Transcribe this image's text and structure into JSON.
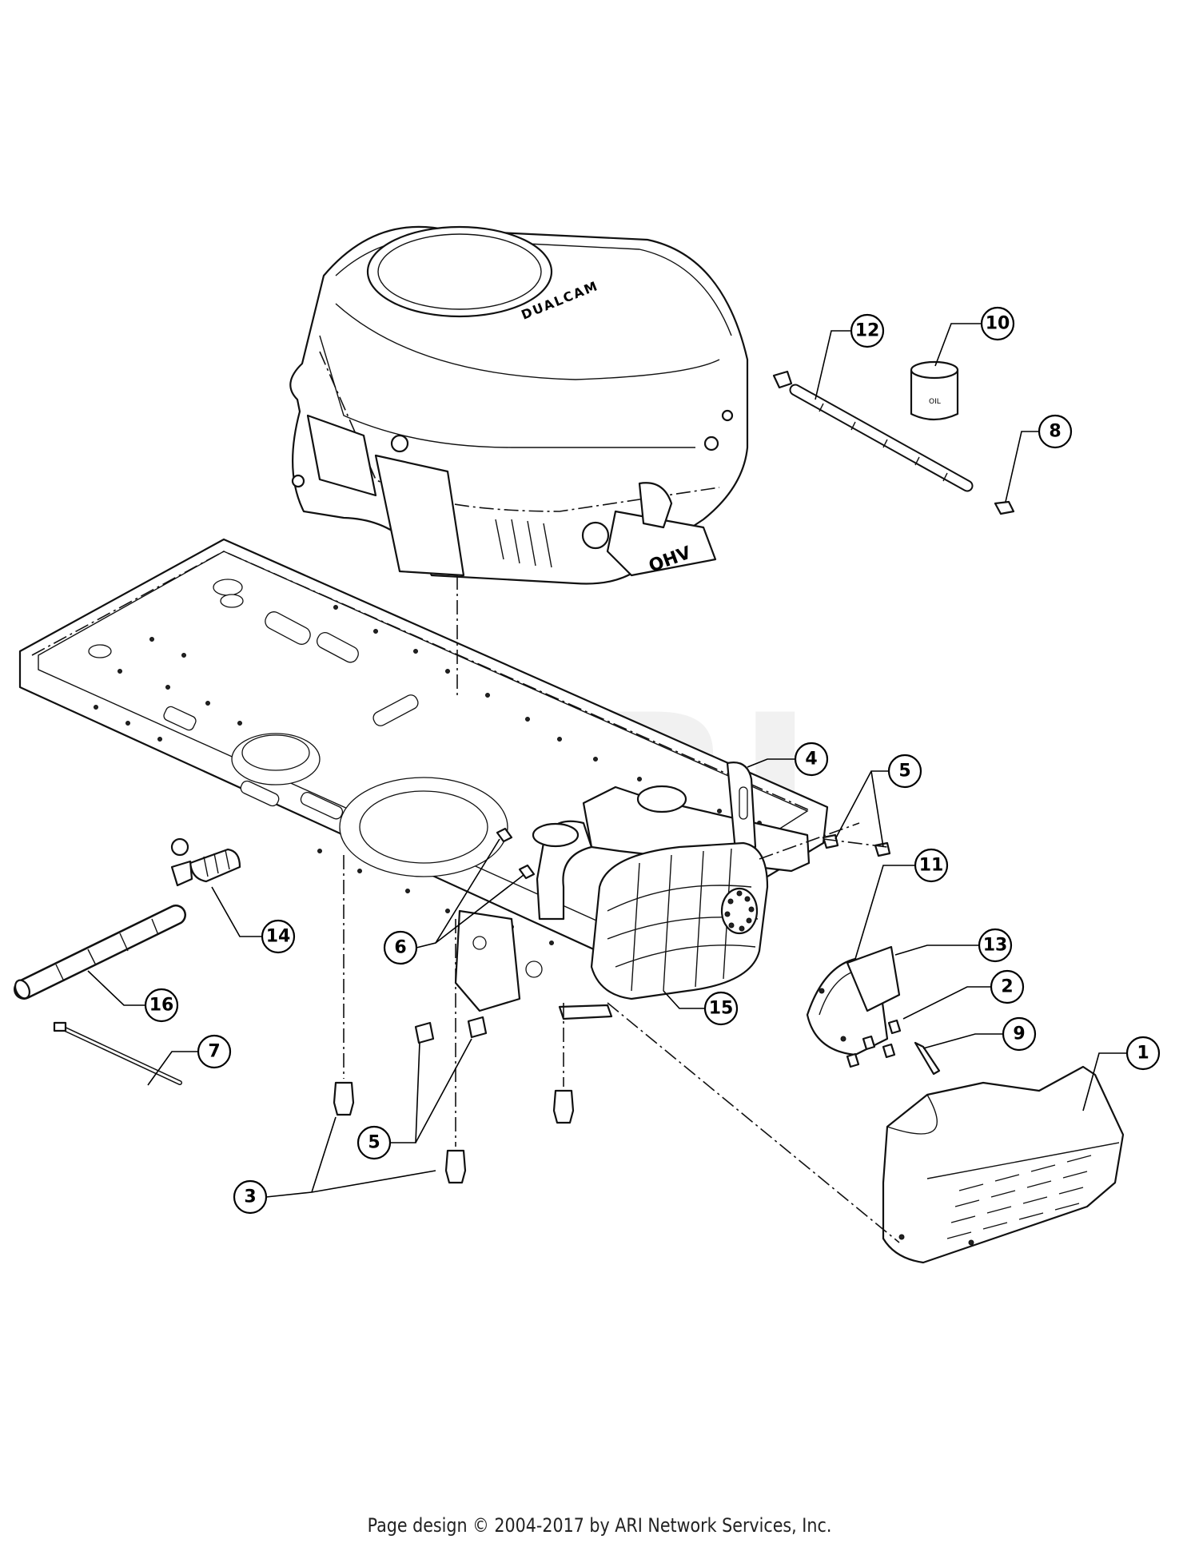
{
  "diagram": {
    "watermark": "ARI",
    "engine_labels": {
      "shroud_brand": "DUALCAM",
      "valve_badge": "OHV",
      "filter_label": "OIL"
    },
    "callouts": [
      "1",
      "2",
      "3",
      "4",
      "5",
      "5",
      "6",
      "7",
      "8",
      "9",
      "10",
      "11",
      "12",
      "13",
      "14",
      "15",
      "16"
    ]
  },
  "footer": {
    "text": "Page design © 2004-2017 by ARI Network Services, Inc."
  }
}
